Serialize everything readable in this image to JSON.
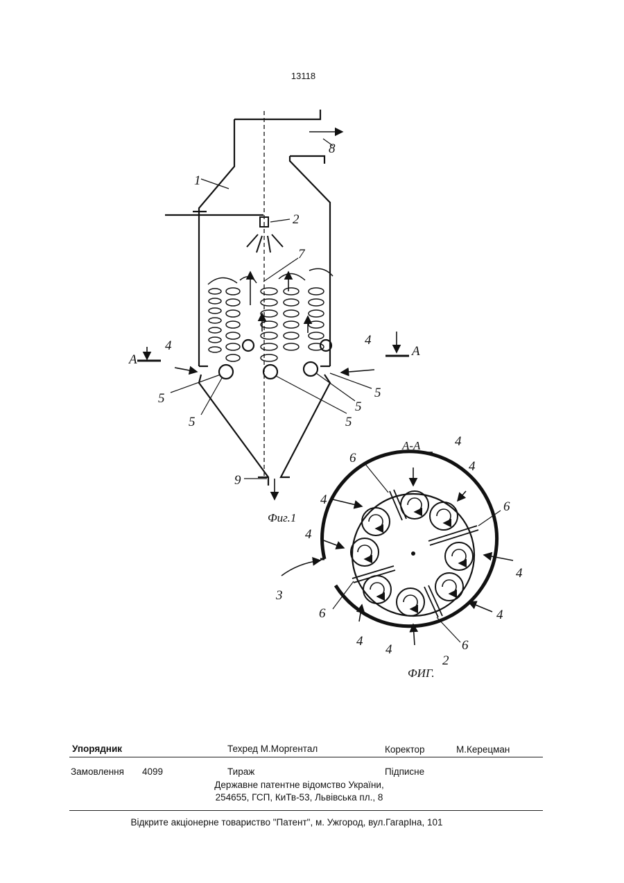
{
  "page_number": "13118",
  "figure1": {
    "caption": "Фиг.1",
    "labels": {
      "l1": "1",
      "l2": "2",
      "l7": "7",
      "l8": "8",
      "l9": "9",
      "l4a": "4",
      "l4b": "4",
      "l5a": "5",
      "l5b": "5",
      "l5c": "5",
      "l5d": "5",
      "l5e": "5",
      "lA1": "А",
      "lA2": "А"
    }
  },
  "figure2": {
    "section_label": "А-А",
    "caption": "ФИГ.",
    "caption_num": "2",
    "labels": {
      "l3": "3",
      "l4_1": "4",
      "l4_2": "4",
      "l4_3": "4",
      "l4_4": "4",
      "l4_5": "4",
      "l4_6": "4",
      "l4_7": "4",
      "l4_8": "4",
      "l6_1": "6",
      "l6_2": "6",
      "l6_3": "6",
      "l6_4": "6"
    }
  },
  "footer": {
    "compiler_label": "Упорядник",
    "techred": "Техред М.Моргентал",
    "corrector_label": "Коректор",
    "corrector_name": "М.Керецман",
    "order_label": "Замовлення",
    "order_number": "4099",
    "circulation_label": "Тираж",
    "subscription": "Підписне",
    "office_line1": "Державне патентне відомство України,",
    "office_line2": "254655, ГСП, КиТв-53, Львівська пл., 8",
    "publisher": "Відкрите акціонерне товариство \"Патент\", м. Ужгород, вул.ГагарІна, 101"
  }
}
